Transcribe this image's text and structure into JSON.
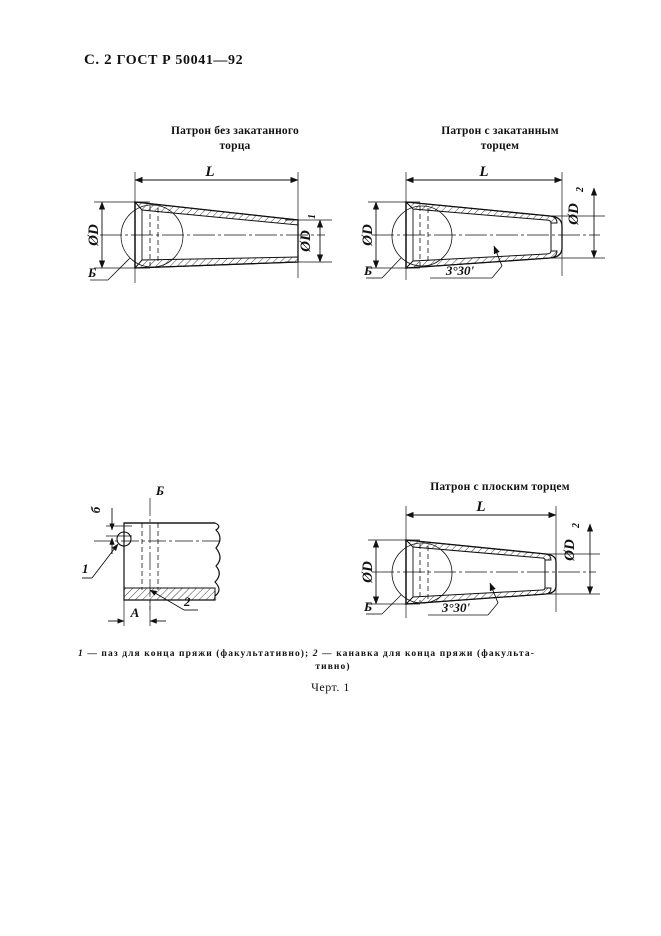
{
  "header": {
    "page_mark": "С. 2",
    "standard": "ГОСТ Р 50041—92"
  },
  "figures": [
    {
      "id": "cartridge-without-rolled-end",
      "title_line1": "Патрон без закатанного",
      "title_line2": "торца",
      "labels": {
        "length": "L",
        "diameter_major": "ØD",
        "diameter_minor_base": "ØD",
        "diameter_minor_sub": "1",
        "detail_callout": "Б"
      }
    },
    {
      "id": "cartridge-with-rolled-end",
      "title_line1": "Патрон с закатанным",
      "title_line2": "торцем",
      "labels": {
        "length": "L",
        "diameter_major": "ØD",
        "diameter_minor_base": "ØD",
        "diameter_minor_sub": "2",
        "detail_callout": "Б",
        "angle": "3°30'"
      }
    },
    {
      "id": "cartridge-with-flat-end",
      "title_line1": "Патрон с плоским торцем",
      "title_line2": "",
      "labels": {
        "length": "L",
        "diameter_major": "ØD",
        "diameter_minor_base": "ØD",
        "diameter_minor_sub": "2",
        "detail_callout": "Б",
        "angle": "3°30'"
      }
    },
    {
      "id": "detail-view-b",
      "title_line1": "",
      "title_line2": "",
      "labels": {
        "view_name": "Б",
        "thickness": "б",
        "item_1": "1",
        "item_2": "2",
        "dim_a": "А"
      }
    }
  ],
  "caption": {
    "line1": "1 — паз для конца пряжи (факультативно); 2 — канавка для конца пряжи (факульта-",
    "line1_part1_index": "1",
    "line1_part1_text": " — паз для конца пряжи (факультативно); ",
    "line1_part2_index": "2",
    "line1_part2_text": " — канавка для конца пряжи (факульта-",
    "line2": "тивно)"
  },
  "figure_number": "Черт. 1",
  "colors": {
    "ink": "#111111",
    "paper": "#ffffff"
  }
}
